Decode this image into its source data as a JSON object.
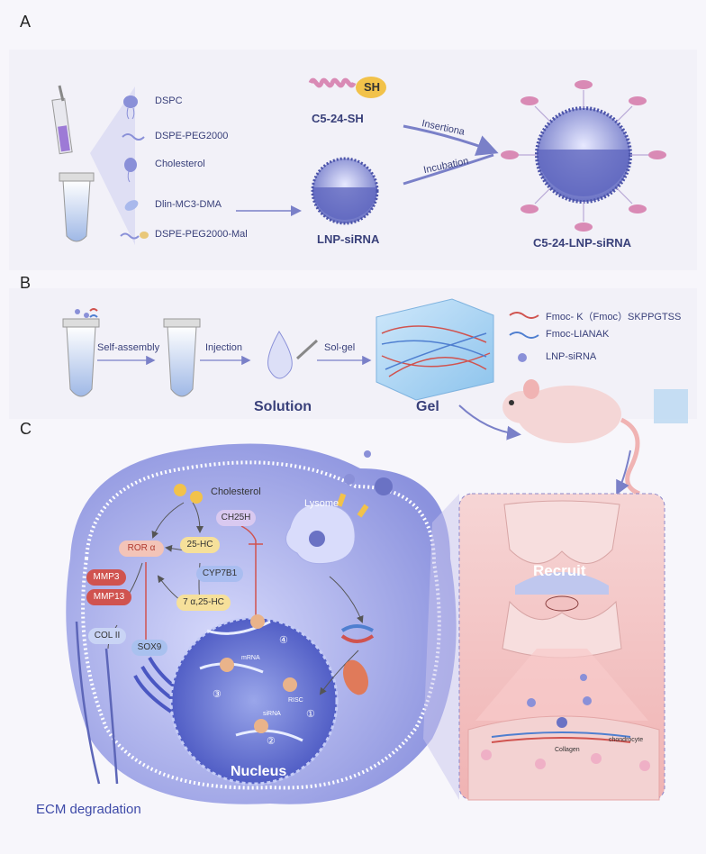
{
  "panels": {
    "a": "A",
    "b": "B",
    "c": "C"
  },
  "panel_a": {
    "components": [
      "DSPC",
      "DSPE-PEG2000",
      "Cholesterol",
      "Dlin-MC3-DMA",
      "DSPE-PEG2000-Mal"
    ],
    "peptide_label": "C5-24-SH",
    "sh_tag": "SH",
    "lnp_label": "LNP-siRNA",
    "arrow_top": "Insertiona",
    "arrow_bottom": "Incubation",
    "product_label": "C5-24-LNP-siRNA"
  },
  "panel_b": {
    "step1": "Self-assembly",
    "step2": "Injection",
    "step3": "Sol-gel",
    "solution_label": "Solution",
    "gel_label": "Gel",
    "legend": [
      "Fmoc- K（Fmoc）SKPPGTSS",
      "Fmoc-LIANAK",
      "LNP-siRNA"
    ]
  },
  "panel_c": {
    "cholesterol": "Cholesterol",
    "ror": "ROR α",
    "hc25": "25-HC",
    "ch25h": "CH25H",
    "cyp7b1": "CYP7B1",
    "hc7a25": "7 α,25-HC",
    "mmp3": "MMP3",
    "mmp13": "MMP13",
    "col2": "COL II",
    "sox9": "SOX9",
    "lysome": "Lysome",
    "mrna": "mRNA",
    "sirna": "siRNA",
    "risc": "RISC",
    "steps": [
      "①",
      "②",
      "③",
      "④"
    ],
    "nucleus": "Nucleus",
    "ecm": "ECM degradation",
    "recruit": "Recruit",
    "collagen": "Collagen",
    "chondrocyte": "chondrocyte"
  },
  "colors": {
    "lnp_purple": "#6a72c4",
    "peptide_pink": "#d98ab5",
    "red_peptide": "#d0534f",
    "blue_peptide": "#4f7fd0",
    "cell_bg": "#b7bcef",
    "joint_pink": "#f2b4b4"
  }
}
